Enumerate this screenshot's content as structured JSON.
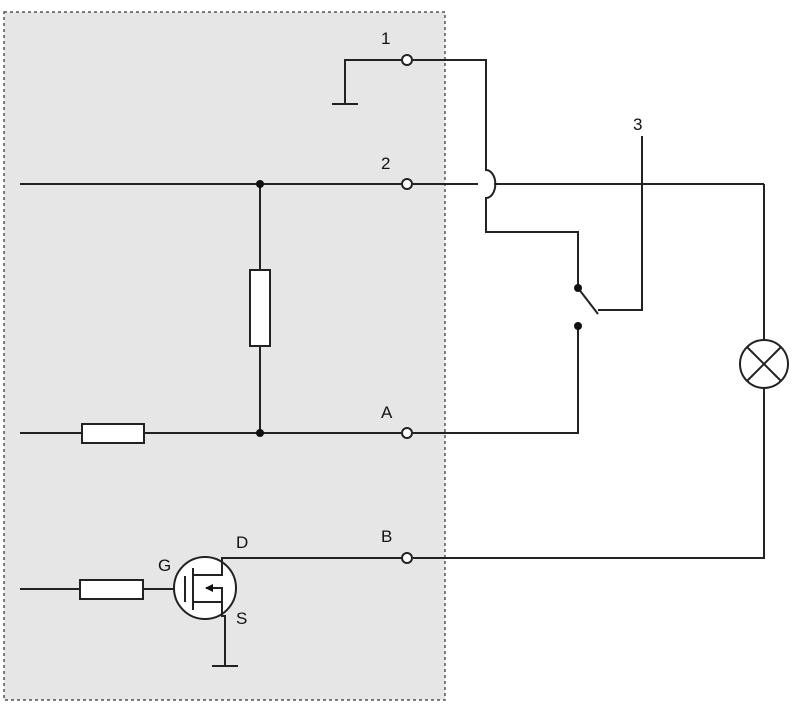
{
  "diagram": {
    "type": "circuit-schematic",
    "terminal_labels": {
      "t1": "1",
      "t2": "2",
      "tA": "A",
      "tB": "B"
    },
    "callout_switch": "3",
    "transistor_labels": {
      "gate": "G",
      "drain": "D",
      "source": "S"
    },
    "colors": {
      "panel_fill": "#e6e6e6",
      "panel_border": "#555555",
      "wire": "#222222"
    },
    "components": [
      "ground",
      "resistor",
      "resistor",
      "mosfet",
      "switch",
      "lamp"
    ]
  }
}
